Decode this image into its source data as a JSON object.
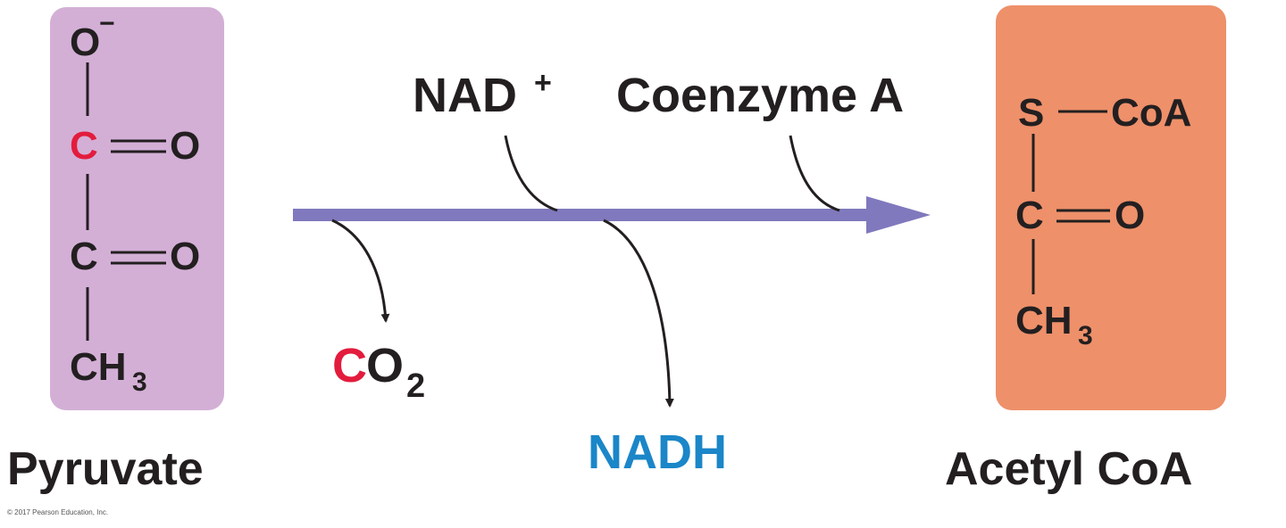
{
  "colors": {
    "pyruvate_box": "#d3afd6",
    "acetyl_box": "#ee906a",
    "arrow_main": "#8079bd",
    "highlight_red": "#e31c3d",
    "nadh_blue": "#1b86c8",
    "text": "#231f20"
  },
  "pyruvate": {
    "name": "Pyruvate",
    "o_minus": "O",
    "o_minus_charge": "−",
    "carboxyl_c": "C",
    "carboxyl_o": "O",
    "carbonyl_c": "C",
    "carbonyl_o": "O",
    "methyl": "CH",
    "methyl_sub": "3"
  },
  "reaction": {
    "nad_plus": "NAD",
    "nad_plus_sup": "+",
    "coenzyme_a": "Coenzyme A",
    "co2_c": "C",
    "co2_o": "O",
    "co2_sub": "2",
    "nadh": "NADH"
  },
  "acetyl_coa": {
    "name": "Acetyl CoA",
    "s": "S",
    "coa": "CoA",
    "carbonyl_c": "C",
    "carbonyl_o": "O",
    "methyl": "CH",
    "methyl_sub": "3"
  },
  "credit": "© 2017 Pearson Education, Inc."
}
